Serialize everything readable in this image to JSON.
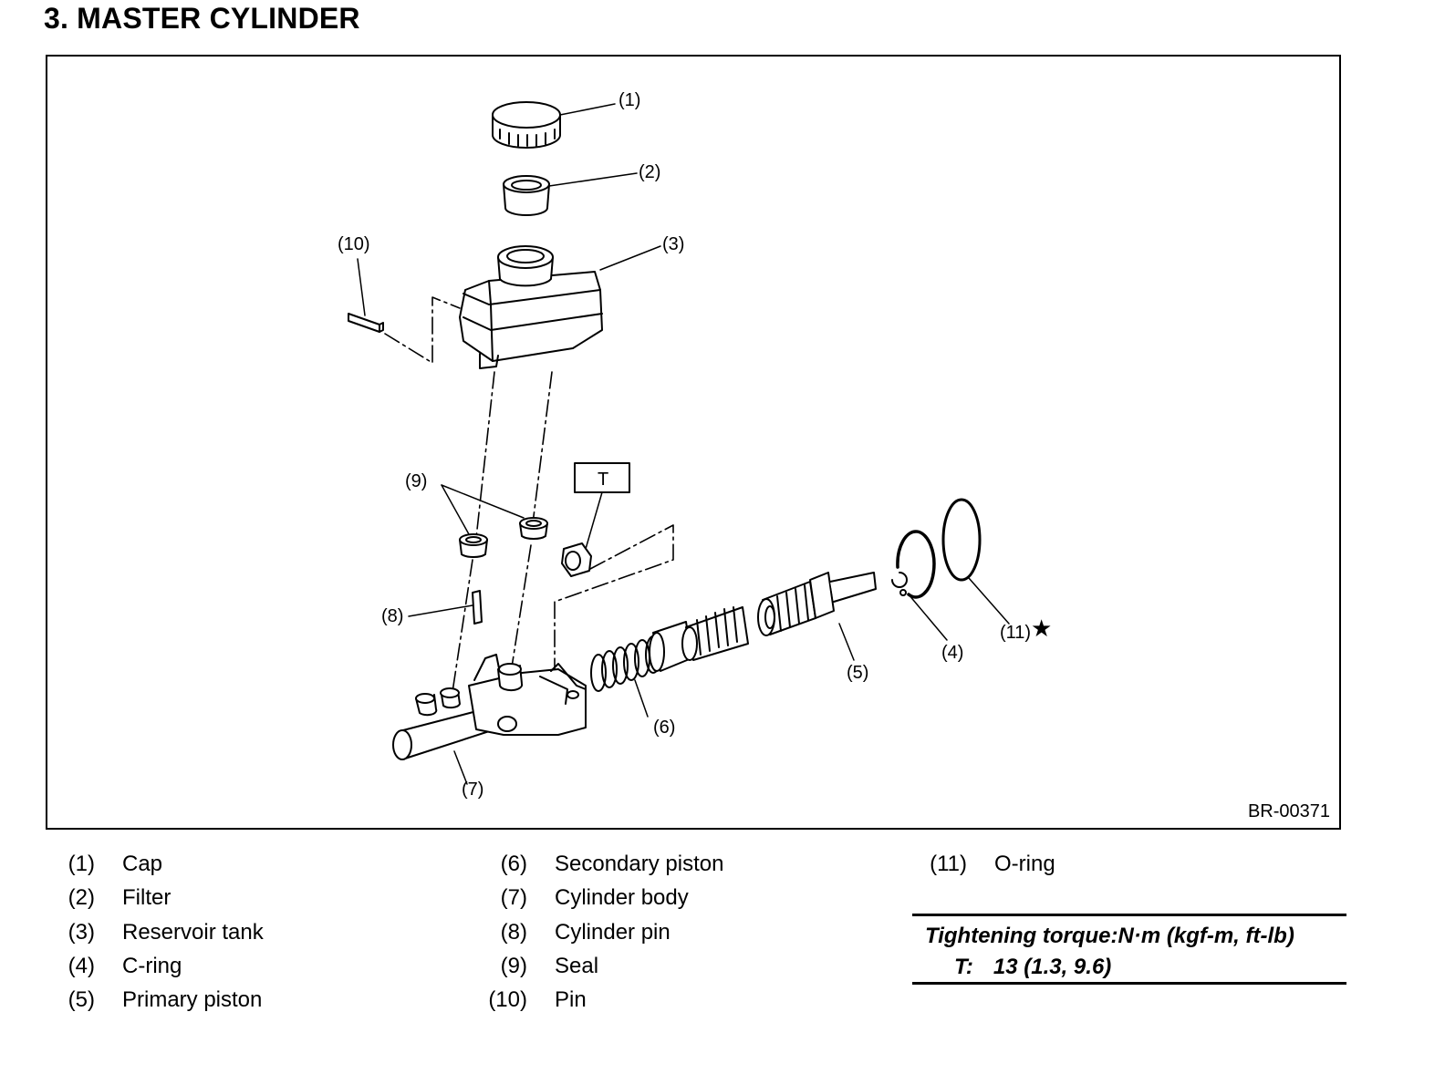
{
  "page": {
    "title": "3.  MASTER CYLINDER",
    "figure_code": "BR-00371"
  },
  "callouts": {
    "c1": "(1)",
    "c2": "(2)",
    "c3": "(3)",
    "c4": "(4)",
    "c5": "(5)",
    "c6": "(6)",
    "c7": "(7)",
    "c8": "(8)",
    "c9": "(9)",
    "c10": "(10)",
    "c11": "(11)",
    "star": "★",
    "t": "T"
  },
  "legend": [
    {
      "num": "(1)",
      "name": "Cap"
    },
    {
      "num": "(2)",
      "name": "Filter"
    },
    {
      "num": "(3)",
      "name": "Reservoir tank"
    },
    {
      "num": "(4)",
      "name": "C-ring"
    },
    {
      "num": "(5)",
      "name": "Primary piston"
    },
    {
      "num": "(6)",
      "name": "Secondary piston"
    },
    {
      "num": "(7)",
      "name": "Cylinder body"
    },
    {
      "num": "(8)",
      "name": "Cylinder pin"
    },
    {
      "num": "(9)",
      "name": "Seal"
    },
    {
      "num": "(10)",
      "name": "Pin"
    },
    {
      "num": "(11)",
      "name": "O-ring"
    }
  ],
  "torque": {
    "heading": "Tightening torque:N·m (kgf-m, ft-lb)",
    "label": "T:",
    "value": "13 (1.3, 9.6)"
  }
}
